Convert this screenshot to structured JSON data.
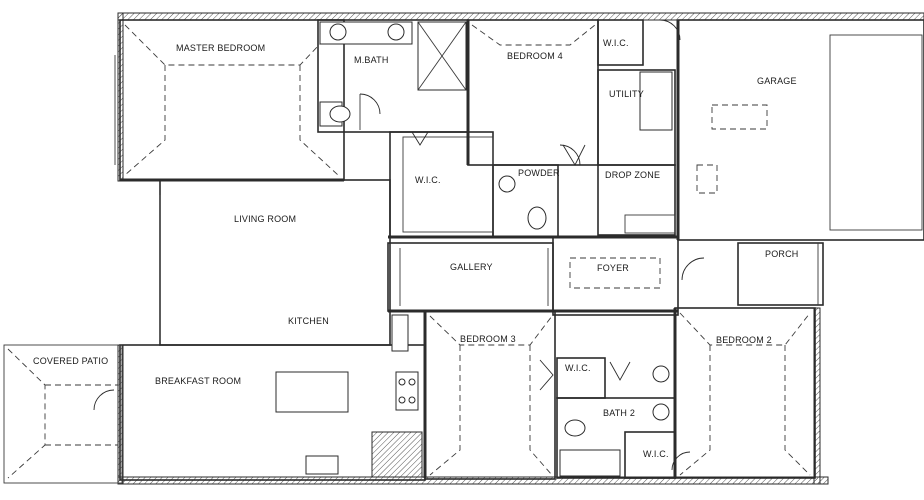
{
  "plan": {
    "rooms": {
      "master_bedroom": "MASTER BEDROOM",
      "m_bath": "M.BATH",
      "bedroom_4": "BEDROOM 4",
      "wic_bed4": "W.I.C.",
      "garage": "GARAGE",
      "utility": "UTILITY",
      "drop_zone": "DROP ZONE",
      "powder": "POWDER",
      "wic_master": "W.I.C.",
      "living_room": "LIVING ROOM",
      "gallery": "GALLERY",
      "foyer": "FOYER",
      "porch": "PORCH",
      "kitchen": "KITCHEN",
      "bedroom_3": "BEDROOM 3",
      "bedroom_2": "BEDROOM 2",
      "covered_patio": "COVERED PATIO",
      "breakfast_room": "BREAKFAST ROOM",
      "wic_bed3": "W.I.C.",
      "bath_2": "BATH 2",
      "wic_bed2": "W.I.C."
    },
    "colors": {
      "wall": "#2b2b2b",
      "background": "#ffffff"
    }
  }
}
